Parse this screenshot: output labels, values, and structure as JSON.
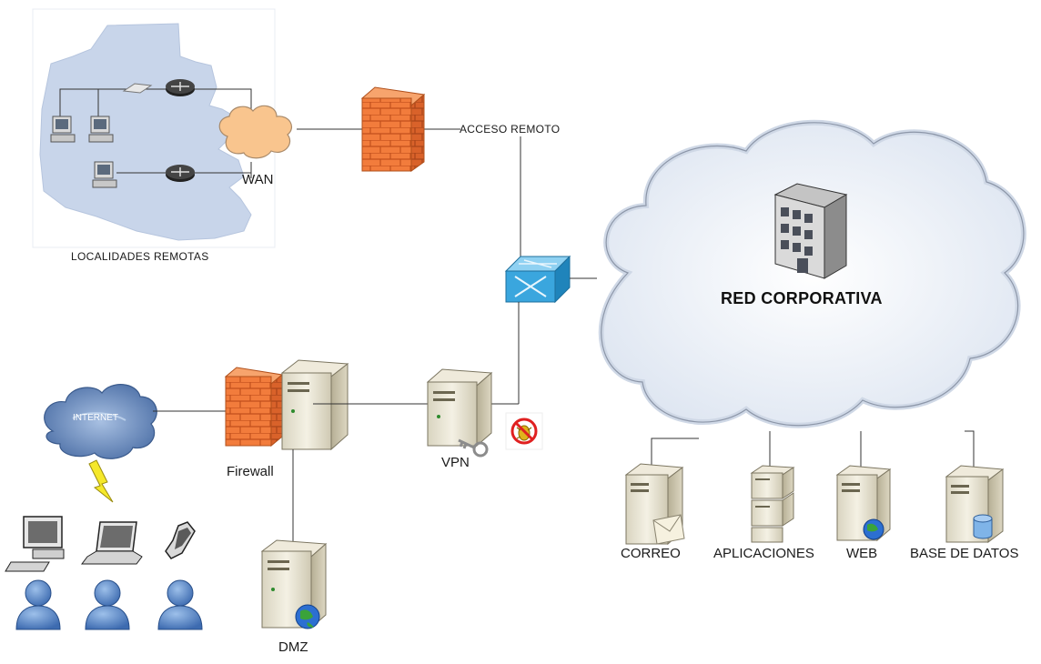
{
  "labels": {
    "wan": "WAN",
    "acceso_remoto": "ACCESO REMOTO",
    "localidades_remotas": "LOCALIDADES REMOTAS",
    "red_corporativa": "RED CORPORATIVA",
    "internet": "INTERNET",
    "firewall": "Firewall",
    "vpn": "VPN",
    "dmz": "DMZ",
    "servers": [
      "CORREO",
      "APLICACIONES",
      "WEB",
      "BASE DE DATOS"
    ]
  },
  "colors": {
    "firewall_brick": "#f07a3a",
    "wan_cloud": "#f9c58e",
    "map_fill": "#c9d5ea",
    "corporate_cloud": "#eef2f8",
    "switch": "#3aa6de",
    "internet_cloud": "#5d7fb2",
    "user_icon": "#4f7ec0"
  }
}
